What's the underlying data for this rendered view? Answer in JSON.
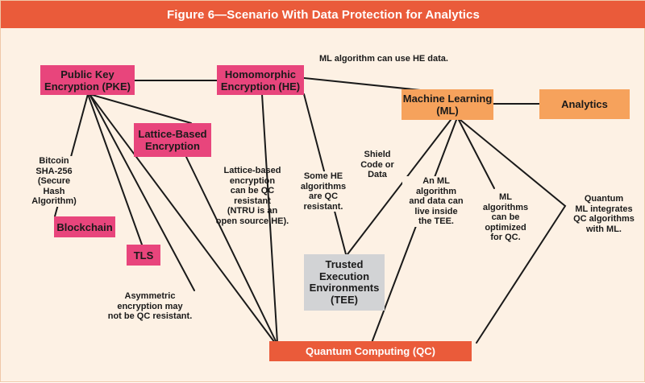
{
  "title": "Figure 6—Scenario With Data Protection for Analytics",
  "nodes": {
    "pke": "Public Key\nEncryption (PKE)",
    "he": "Homomorphic\nEncryption (HE)",
    "ml": "Machine Learning\n(ML)",
    "analytics": "Analytics",
    "lattice": "Lattice-Based\nEncryption",
    "blockchain": "Blockchain",
    "tls": "TLS",
    "tee": "Trusted\nExecution\nEnvironments\n(TEE)",
    "qc": "Quantum Computing (QC)"
  },
  "annotations": {
    "ml_he": "ML algorithm can use HE data.",
    "bitcoin": "Bitcoin\nSHA-256\n(Secure\nHash\nAlgorithm)",
    "lattice_qc": "Lattice-based\nencryption\ncan be QC\nresistant\n(NTRU is an\nopen source HE).",
    "some_he": "Some HE\nalgorithms\nare QC\nresistant.",
    "shield": "Shield\nCode or\nData",
    "an_ml": "An ML\nalgorithm\nand data can\nlive inside\nthe TEE.",
    "ml_optimized": "ML\nalgorithms\ncan be\noptimized\nfor QC.",
    "quantum_ml": "Quantum\nML integrates\nQC algorithms\nwith ML.",
    "asymmetric": "Asymmetric\nencryption may\nnot be QC resistant."
  },
  "colors": {
    "title_bar": "#ea5b3a",
    "background": "#fdf1e4",
    "pink_node": "#e8457c",
    "orange_node": "#f6a25c",
    "qc_node": "#ea5b3a",
    "tee_node": "#d2d3d5",
    "lines": "#1a1a1a"
  }
}
